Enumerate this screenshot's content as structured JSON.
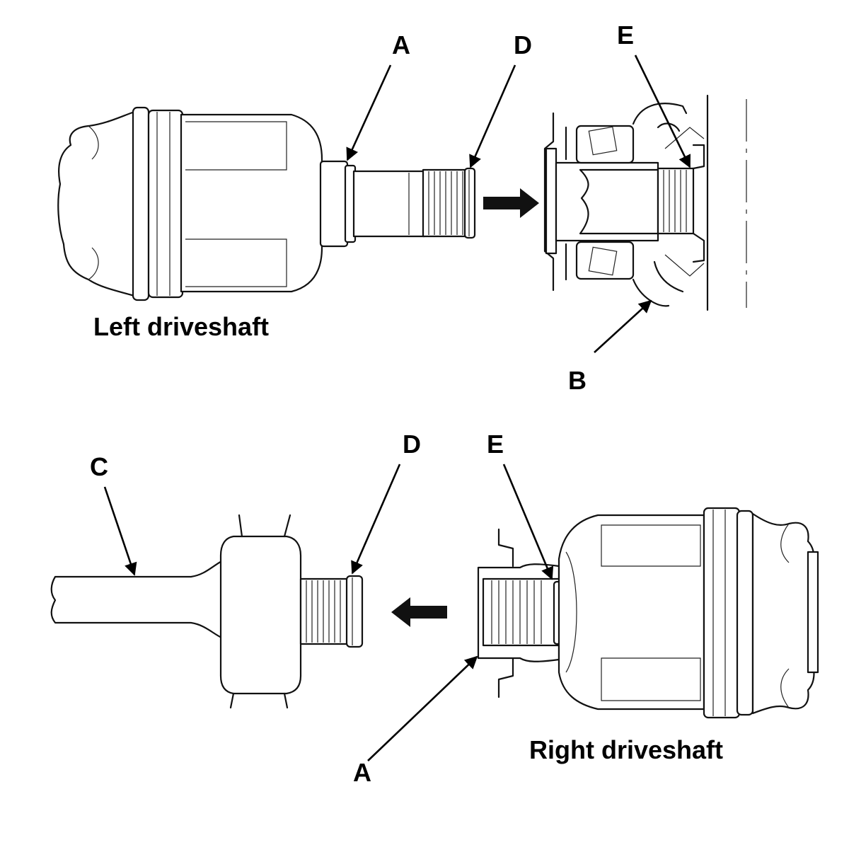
{
  "labels": {
    "top_a": "A",
    "top_d": "D",
    "top_e": "E",
    "top_b": "B",
    "bot_c": "C",
    "bot_d": "D",
    "bot_e": "E",
    "bot_a": "A"
  },
  "captions": {
    "left": "Left driveshaft",
    "right": "Right driveshaft"
  },
  "colors": {
    "line": "#111111",
    "background": "#ffffff"
  }
}
